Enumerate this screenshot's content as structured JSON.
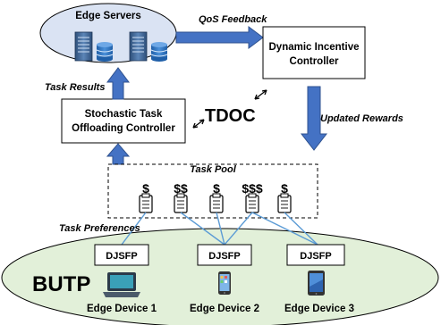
{
  "nodes": {
    "edge_servers": "Edge Servers",
    "dynamic_incentive_controller": [
      "Dynamic Incentive",
      "Controller"
    ],
    "stochastic_task_controller": [
      "Stochastic Task",
      "Offloading Controller"
    ],
    "task_pool": "Task Pool",
    "butp": "BUTP",
    "center_label": "TDOC"
  },
  "edge_labels": {
    "qos_feedback": "QoS Feedback",
    "task_results": "Task Results",
    "updated_rewards": "Updated Rewards",
    "task_preferences": "Task Preferences"
  },
  "tasks": [
    {
      "price": "$"
    },
    {
      "price": "$$"
    },
    {
      "price": "$"
    },
    {
      "price": "$$$"
    },
    {
      "price": "$"
    }
  ],
  "devices": [
    {
      "module": "DJSFP",
      "name": "Edge Device 1",
      "icon": "laptop-icon"
    },
    {
      "module": "DJSFP",
      "name": "Edge Device 2",
      "icon": "smartphone-icon"
    },
    {
      "module": "DJSFP",
      "name": "Edge Device 3",
      "icon": "tablet-icon"
    }
  ],
  "colors": {
    "arrow_blue": "#4472c4",
    "server_ellipse_fill": "#dae3f3",
    "device_ellipse_fill": "#e2f0d9",
    "preference_line": "#5b9bd5"
  }
}
